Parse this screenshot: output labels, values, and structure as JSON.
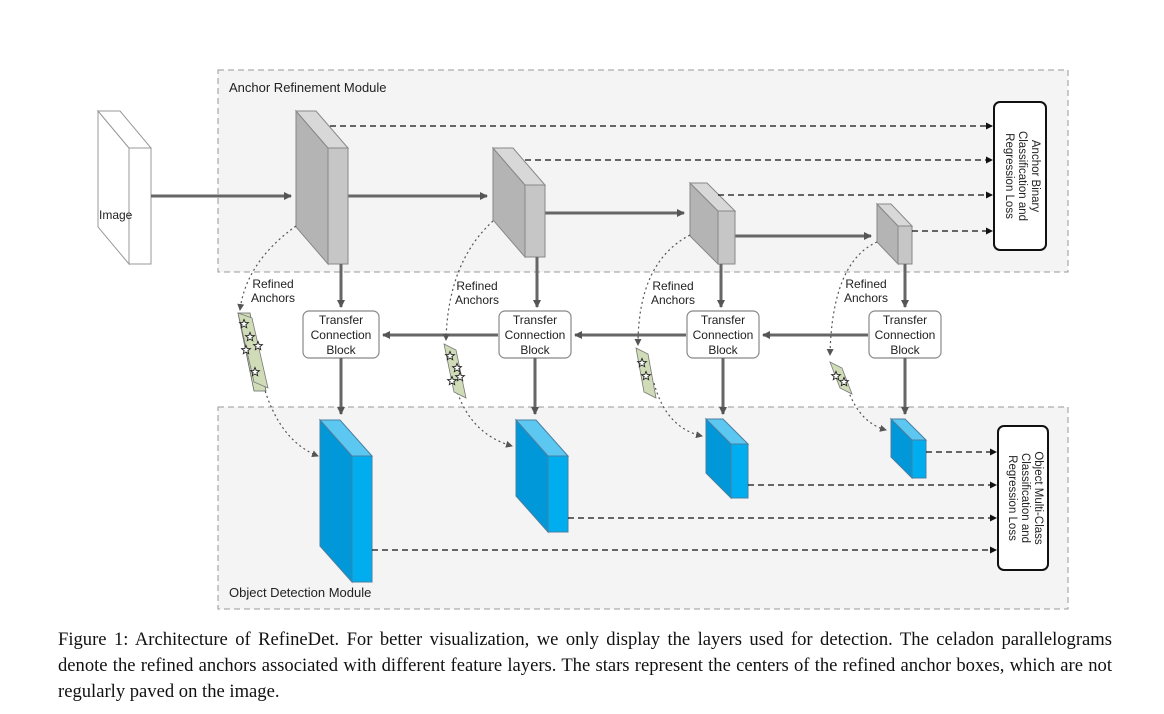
{
  "modules": {
    "arm_label": "Anchor Refinement Module",
    "odm_label": "Object Detection Module"
  },
  "image_label": "Image",
  "refined_anchors": [
    "Refined",
    "Anchors"
  ],
  "tcb": [
    "Transfer",
    "Connection",
    "Block"
  ],
  "arm_loss": [
    "Anchor Binary",
    "Classification and",
    "Regression Loss"
  ],
  "odm_loss": [
    "Object Multi-Class",
    "Classification and",
    "Regression Loss"
  ],
  "caption": "Figure 1: Architecture of RefineDet. For better visualization, we only display the layers used for detection. The celadon parallelograms denote the refined anchors associated with different feature layers. The stars represent the centers of the refined anchor boxes, which are not regularly paved on the image.",
  "colors": {
    "arm_block": "#c6c6c6",
    "odm_block": "#00aeef",
    "anchor_fill": "#cfdcb7",
    "module_bg": "#f4f4f4"
  }
}
